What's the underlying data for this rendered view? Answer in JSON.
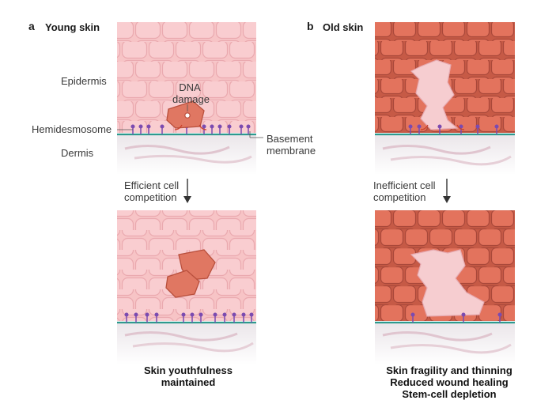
{
  "panel_a": {
    "letter": "a",
    "title": "Young skin",
    "labels": {
      "epidermis": "Epidermis",
      "dna_damage_line1": "DNA",
      "dna_damage_line2": "damage",
      "hemidesmosome": "Hemidesmosome",
      "basement_line1": "Basement",
      "basement_line2": "membrane",
      "dermis": "Dermis"
    },
    "arrow_line1": "Efficient cell",
    "arrow_line2": "competition",
    "outcome_line1": "Skin youthfulness",
    "outcome_line2": "maintained"
  },
  "panel_b": {
    "letter": "b",
    "title": "Old skin",
    "arrow_line1": "Inefficient cell",
    "arrow_line2": "competition",
    "outcome_line1": "Skin fragility and thinning",
    "outcome_line2": "Reduced wound healing",
    "outcome_line3": "Stem-cell depletion"
  },
  "colors": {
    "young_cell": "#f7c4c6",
    "young_cell_edge": "#ecaab0",
    "old_cell": "#e3735d",
    "old_cell_edge": "#b9503d",
    "damaged_cell": "#e07762",
    "membrane": "#2d9a8e",
    "hemidesmosome": "#7b4bb0",
    "dermis": "#ece7ea",
    "fibre": "#e0c5cf"
  }
}
